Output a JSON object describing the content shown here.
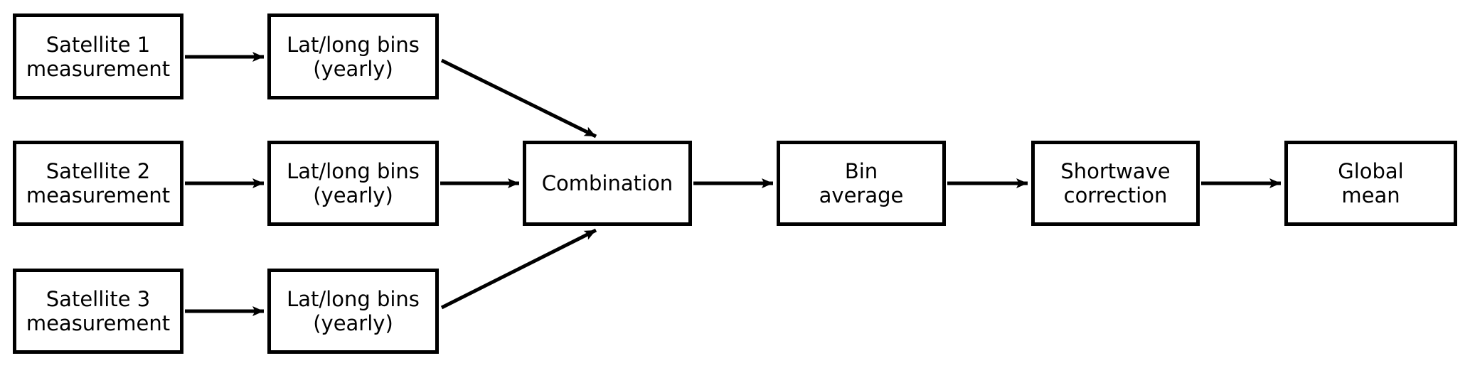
{
  "diagram": {
    "title": "satellite measurement processing flowchart",
    "colors": {
      "background": "#ffffff",
      "stroke": "#000000",
      "text": "#000000"
    },
    "nodes": [
      {
        "id": "satellite-1-measurement",
        "label": "Satellite 1\nmeasurement"
      },
      {
        "id": "latlong-bins-1",
        "label": "Lat/long bins\n(yearly)"
      },
      {
        "id": "satellite-2-measurement",
        "label": "Satellite 2\nmeasurement"
      },
      {
        "id": "latlong-bins-2",
        "label": "Lat/long bins\n(yearly)"
      },
      {
        "id": "satellite-3-measurement",
        "label": "Satellite 3\nmeasurement"
      },
      {
        "id": "latlong-bins-3",
        "label": "Lat/long bins\n(yearly)"
      },
      {
        "id": "combination",
        "label": "Combination"
      },
      {
        "id": "bin-average",
        "label": "Bin\naverage"
      },
      {
        "id": "shortwave-correction",
        "label": "Shortwave\ncorrection"
      },
      {
        "id": "global-mean",
        "label": "Global\nmean"
      }
    ],
    "edges": [
      {
        "from": "satellite-1-measurement",
        "to": "latlong-bins-1"
      },
      {
        "from": "satellite-2-measurement",
        "to": "latlong-bins-2"
      },
      {
        "from": "satellite-3-measurement",
        "to": "latlong-bins-3"
      },
      {
        "from": "latlong-bins-1",
        "to": "combination"
      },
      {
        "from": "latlong-bins-2",
        "to": "combination"
      },
      {
        "from": "latlong-bins-3",
        "to": "combination"
      },
      {
        "from": "combination",
        "to": "bin-average"
      },
      {
        "from": "bin-average",
        "to": "shortwave-correction"
      },
      {
        "from": "shortwave-correction",
        "to": "global-mean"
      }
    ]
  }
}
